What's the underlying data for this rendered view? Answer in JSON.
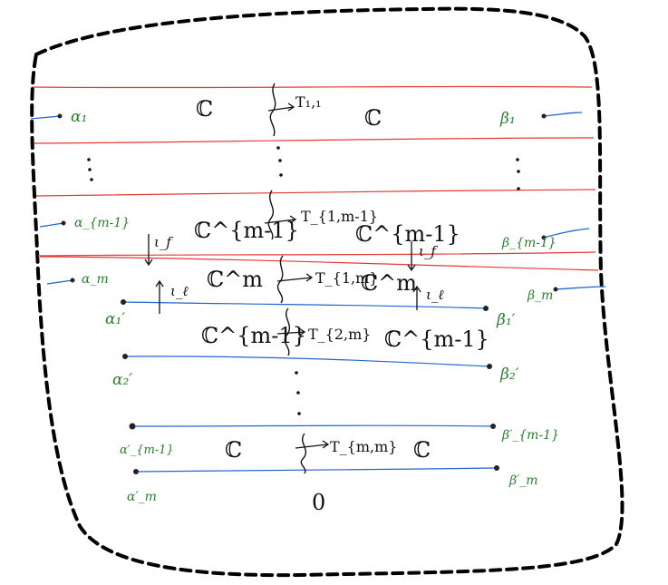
{
  "colors": {
    "border": "#000000",
    "red_line": "#e53935",
    "blue_line": "#1e66d0",
    "green_text": "#2e7d32",
    "ink": "#111111"
  },
  "left_labels": {
    "a1": "α₁",
    "am1": "α_{m-1}",
    "am": "α_m",
    "a1p": "α₁′",
    "a2p": "α₂′",
    "am1p": "α′_{m-1}",
    "amp": "α′_m"
  },
  "right_labels": {
    "b1": "β₁",
    "bm1": "β_{m-1}",
    "bm": "β_m",
    "b1p": "β₁′",
    "b2p": "β₂′",
    "bm1p": "β′_{m-1}",
    "bmp": "β′_m"
  },
  "spaces": {
    "row1_left": "ℂ",
    "row1_right": "ℂ",
    "rowm1_left": "ℂ^{m-1}",
    "rowm1_right": "ℂ^{m-1}",
    "rowm_left": "ℂ^m",
    "rowm_right": "ℂ^m",
    "row2_left": "ℂ^{m-1}",
    "row2_right": "ℂ^{m-1}",
    "rowlast_left": "ℂ",
    "rowlast_right": "ℂ",
    "bottom": "0"
  },
  "maps": {
    "t11": "T₁,₁",
    "t1m1": "T_{1,m-1}",
    "t1m": "T_{1,m}",
    "t2m": "T_{2,m}",
    "tmm": "T_{m,m}"
  },
  "arrows": {
    "lf_left": "ι_f",
    "ll_left": "ι_ℓ",
    "lf_right": "ι_f",
    "ll_right": "ι_ℓ"
  }
}
